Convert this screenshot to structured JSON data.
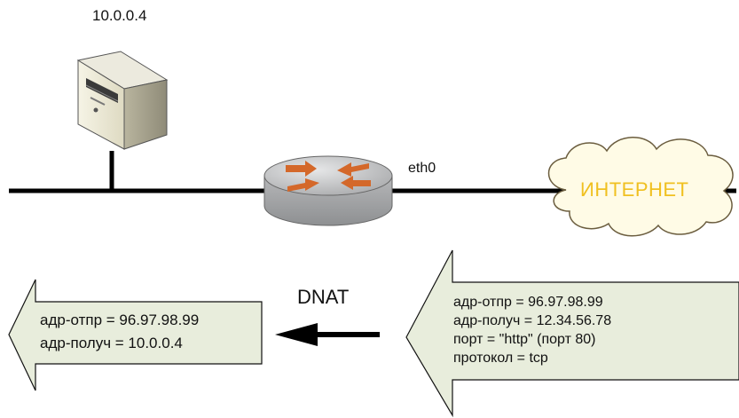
{
  "server": {
    "ip": "10.0.0.4"
  },
  "router": {
    "interface": "eth0"
  },
  "cloud": {
    "label": "ИНТЕРНЕТ"
  },
  "translation": {
    "label": "DNAT"
  },
  "packet_after": {
    "lines": [
      "адр-отпр = 96.97.98.99",
      "адр-получ = 10.0.0.4"
    ]
  },
  "packet_before": {
    "lines": [
      "адр-отпр = 96.97.98.99",
      "адр-получ = 12.34.56.78",
      "порт = \"http\" (порт 80)",
      "протокол = tcp"
    ]
  },
  "colors": {
    "network_line": "#000000",
    "router": "#c8c9ca",
    "router_arrows": "#d4682a",
    "cloud_fill": "#fffbe6",
    "cloud_stroke": "#6b5d3f",
    "cloud_text": "#f0c020",
    "packet_fill": "#e8eddc"
  }
}
